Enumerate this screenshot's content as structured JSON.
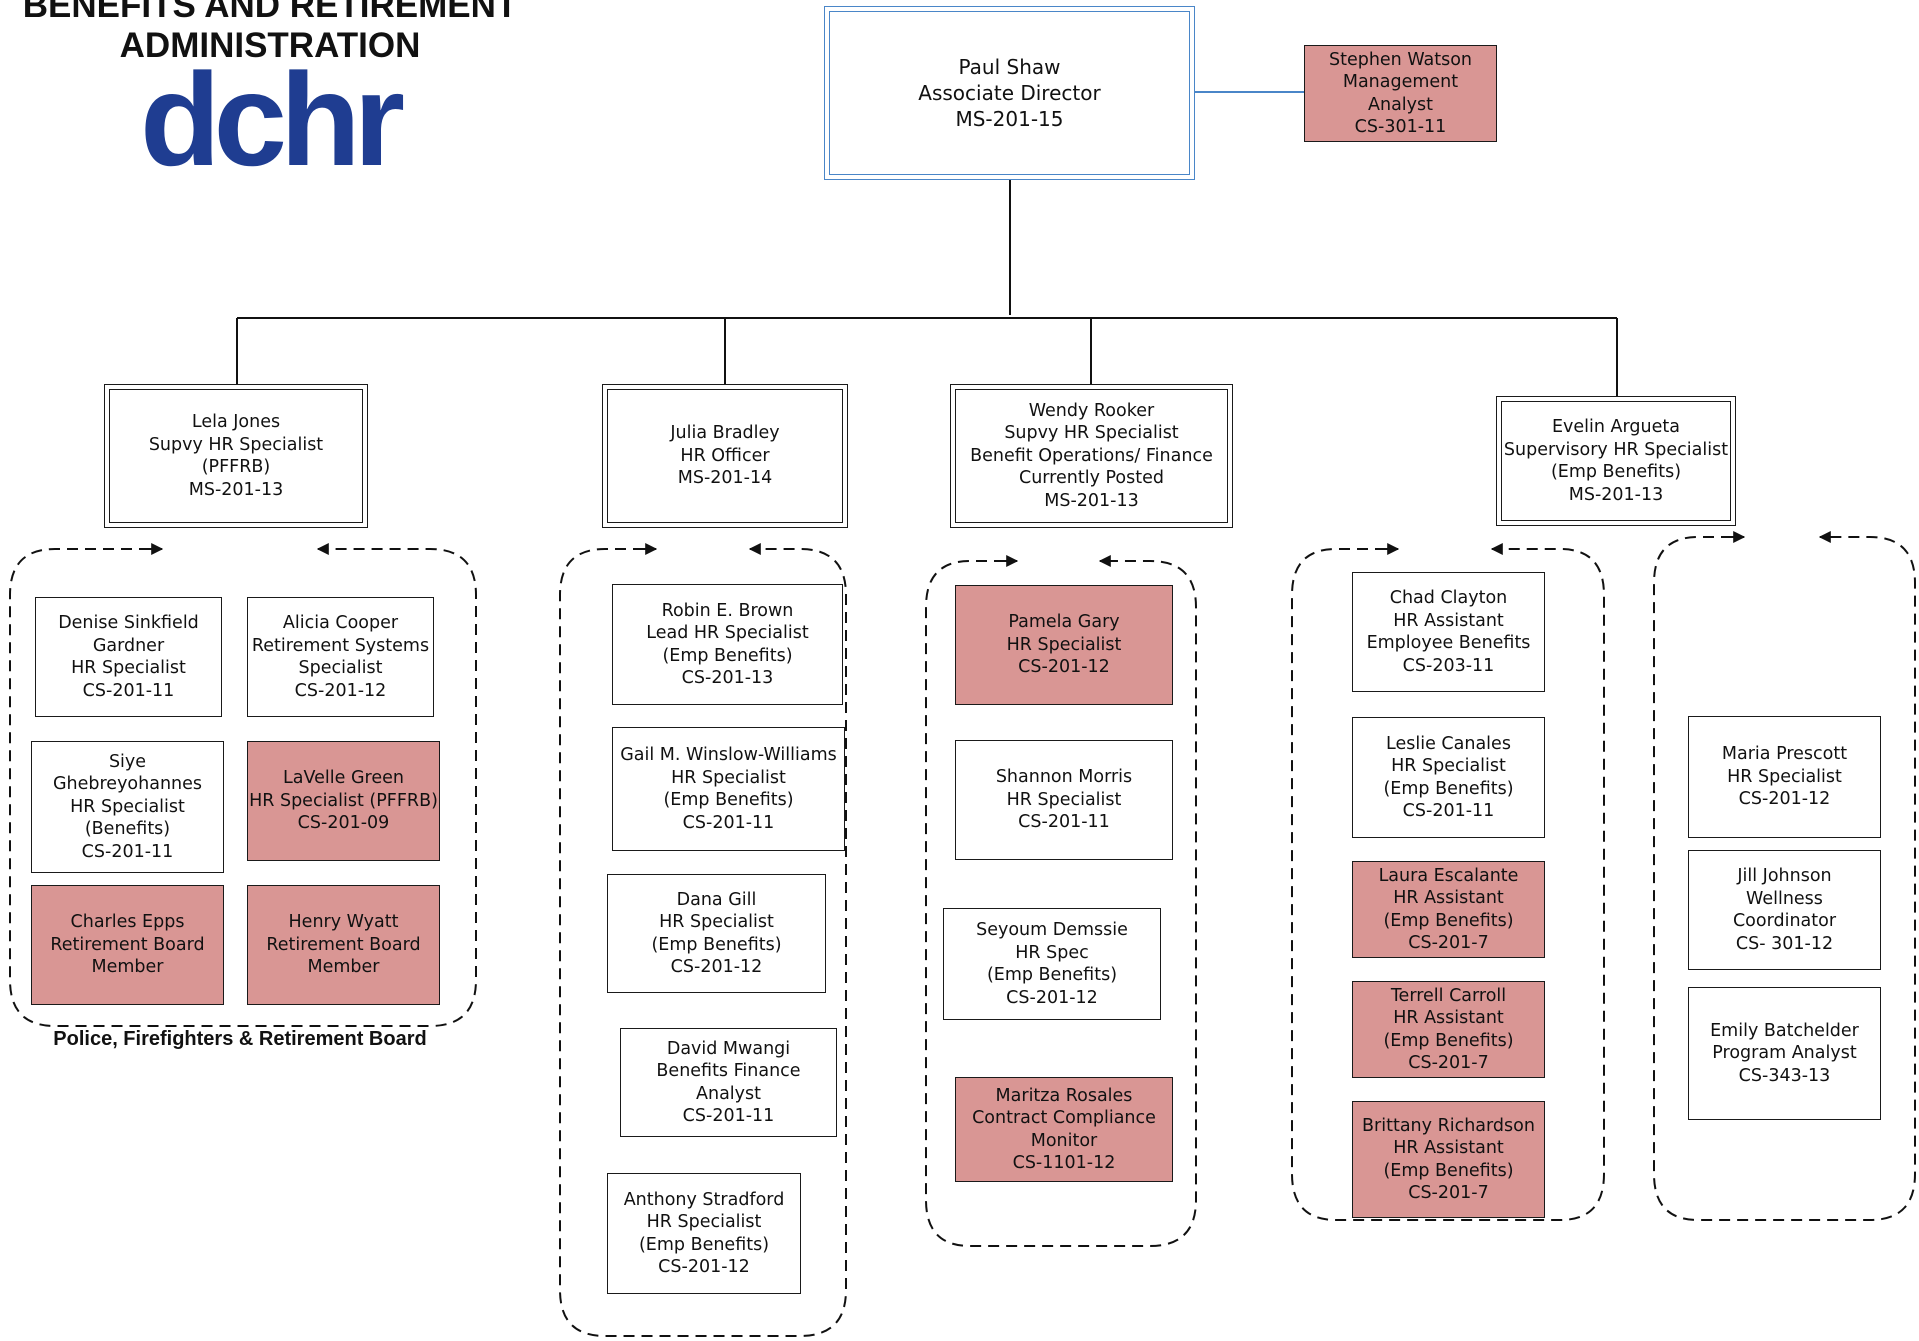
{
  "header": {
    "line1": "BENEFITS AND RETIREMENT",
    "line2": "ADMINISTRATION",
    "logo": "dchr"
  },
  "colors": {
    "highlight": "#d99694",
    "top_border": "#4a86c8",
    "logo": "#1f3d91"
  },
  "top": {
    "name": "Paul Shaw",
    "title": "Associate Director",
    "grade": "MS-201-15"
  },
  "analyst": {
    "lines": [
      "Stephen Watson",
      "Management",
      "Analyst",
      "CS-301-11"
    ]
  },
  "managers": [
    {
      "lines": [
        "Lela Jones",
        "Supvy HR Specialist",
        "(PFFRB)",
        "MS-201-13"
      ]
    },
    {
      "lines": [
        "Julia Bradley",
        "HR Officer",
        "MS-201-14"
      ]
    },
    {
      "lines": [
        "Wendy Rooker",
        "Supvy HR Specialist",
        "Benefit Operations/ Finance",
        "Currently Posted",
        "MS-201-13"
      ]
    },
    {
      "lines": [
        "Evelin Argueta",
        "Supervisory HR Specialist",
        "(Emp Benefits)",
        "MS-201-13"
      ]
    }
  ],
  "staff": {
    "g1": [
      {
        "lines": [
          "Denise Sinkfield",
          "Gardner",
          "HR Specialist",
          "CS-201-11"
        ],
        "highlight": false
      },
      {
        "lines": [
          "Alicia Cooper",
          "Retirement Systems",
          "Specialist",
          "CS-201-12"
        ],
        "highlight": false
      },
      {
        "lines": [
          "Siye",
          "Ghebreyohannes",
          "HR Specialist",
          "(Benefits)",
          "CS-201-11"
        ],
        "highlight": false
      },
      {
        "lines": [
          "LaVelle Green",
          "HR Specialist (PFFRB)",
          "CS-201-09"
        ],
        "highlight": true
      },
      {
        "lines": [
          "Charles Epps",
          "Retirement Board",
          "Member"
        ],
        "highlight": true
      },
      {
        "lines": [
          "Henry Wyatt",
          "Retirement Board",
          "Member"
        ],
        "highlight": true
      }
    ],
    "g2": [
      {
        "lines": [
          "Robin E. Brown",
          "Lead HR Specialist",
          "(Emp Benefits)",
          "CS-201-13"
        ],
        "highlight": false
      },
      {
        "lines": [
          "Gail M. Winslow-Williams",
          "HR Specialist",
          "(Emp Benefits)",
          "CS-201-11"
        ],
        "highlight": false
      },
      {
        "lines": [
          "Dana Gill",
          "HR Specialist",
          "(Emp Benefits)",
          "CS-201-12"
        ],
        "highlight": false
      },
      {
        "lines": [
          "David Mwangi",
          "Benefits Finance",
          "Analyst",
          "CS-201-11"
        ],
        "highlight": false
      },
      {
        "lines": [
          "Anthony Stradford",
          "HR Specialist",
          "(Emp Benefits)",
          "CS-201-12"
        ],
        "highlight": false
      }
    ],
    "g3": [
      {
        "lines": [
          "Pamela Gary",
          "HR Specialist",
          "CS-201-12"
        ],
        "highlight": true
      },
      {
        "lines": [
          "Shannon Morris",
          "HR Specialist",
          "CS-201-11"
        ],
        "highlight": false
      },
      {
        "lines": [
          "Seyoum Demssie",
          "HR Spec",
          "(Emp Benefits)",
          "CS-201-12"
        ],
        "highlight": false
      },
      {
        "lines": [
          "Maritza Rosales",
          "Contract Compliance",
          "Monitor",
          "CS-1101-12"
        ],
        "highlight": true
      }
    ],
    "g4": [
      {
        "lines": [
          "Chad Clayton",
          "HR Assistant",
          "Employee Benefits",
          "CS-203-11"
        ],
        "highlight": false
      },
      {
        "lines": [
          "Leslie Canales",
          "HR Specialist",
          "(Emp Benefits)",
          "CS-201-11"
        ],
        "highlight": false
      },
      {
        "lines": [
          "Laura Escalante",
          "HR Assistant",
          "(Emp Benefits)",
          "CS-201-7"
        ],
        "highlight": true
      },
      {
        "lines": [
          "Terrell Carroll",
          "HR Assistant",
          "(Emp Benefits)",
          "CS-201-7"
        ],
        "highlight": true
      },
      {
        "lines": [
          "Brittany Richardson",
          "HR Assistant",
          "(Emp Benefits)",
          "CS-201-7"
        ],
        "highlight": true
      }
    ],
    "g5": [
      {
        "lines": [
          "Maria Prescott",
          "HR Specialist",
          "CS-201-12"
        ],
        "highlight": false
      },
      {
        "lines": [
          "Jill Johnson",
          "Wellness",
          "Coordinator",
          "CS- 301-12"
        ],
        "highlight": false
      },
      {
        "lines": [
          "Emily Batchelder",
          "Program Analyst",
          "CS-343-13"
        ],
        "highlight": false
      }
    ]
  },
  "board_label": "Police, Firefighters & Retirement Board"
}
